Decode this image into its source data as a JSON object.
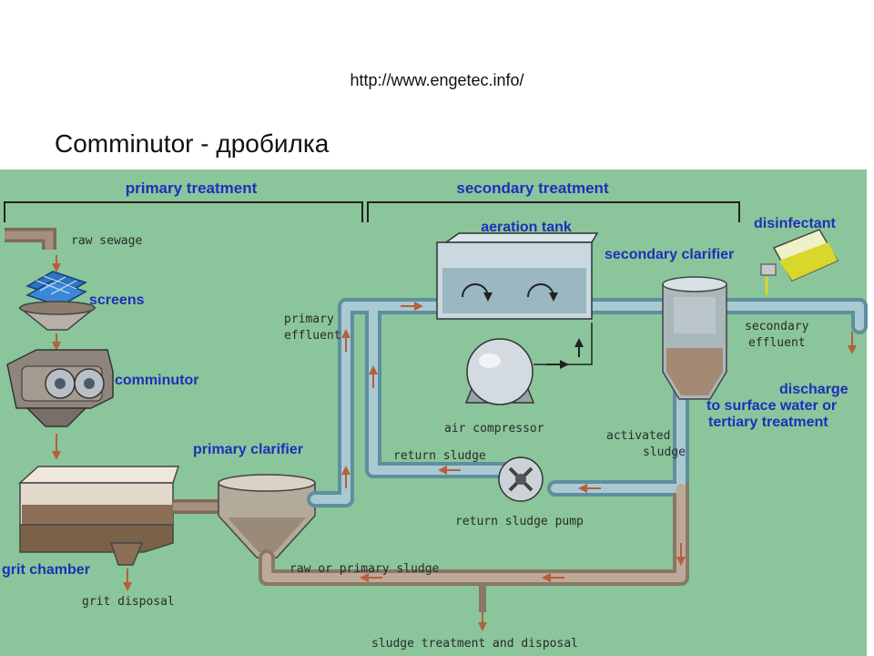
{
  "header": {
    "url": "http://www.engetec.info/",
    "title": "Comminutor - дробилка"
  },
  "diagram": {
    "sections": {
      "primary": "primary treatment",
      "secondary": "secondary treatment"
    },
    "labels": {
      "raw_sewage": "raw sewage",
      "screens": "screens",
      "comminutor": "comminutor",
      "grit_chamber": "grit chamber",
      "grit_disposal": "grit disposal",
      "primary_clarifier": "primary clarifier",
      "primary_effluent_1": "primary",
      "primary_effluent_2": "effluent",
      "aeration_tank": "aeration tank",
      "air_compressor": "air compressor",
      "return_sludge": "return sludge",
      "return_sludge_pump": "return sludge pump",
      "activated_sludge_1": "activated",
      "activated_sludge_2": "sludge",
      "secondary_clarifier": "secondary clarifier",
      "disinfectant": "disinfectant",
      "secondary_effluent_1": "secondary",
      "secondary_effluent_2": "effluent",
      "discharge_1": "discharge",
      "discharge_2": "to surface water or",
      "discharge_3": "tertiary treatment",
      "raw_primary_sludge": "raw or primary sludge",
      "sludge_treatment": "sludge treatment and disposal"
    }
  }
}
